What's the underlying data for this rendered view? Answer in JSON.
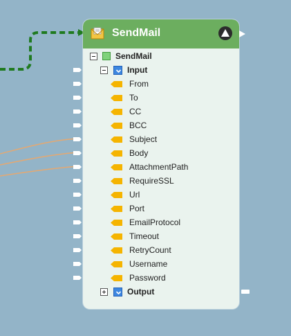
{
  "node": {
    "title": "SendMail",
    "header_icon": "mail-envelope-icon",
    "collapse_icon": "triangle-up-icon",
    "colors": {
      "canvas_bg": "#93b4c8",
      "header_bg": "#6cae5f",
      "body_bg": "#eaf3ee",
      "tag_fill": "#f5b400",
      "wire_connected": "#e6a870",
      "wire_flow": "#1f7a1f"
    }
  },
  "tree": {
    "root_label": "SendMail",
    "input_label": "Input",
    "output_label": "Output",
    "input_fields": [
      "From",
      "To",
      "CC",
      "BCC",
      "Subject",
      "Body",
      "AttachmentPath",
      "RequireSSL",
      "Url",
      "Port",
      "EmailProtocol",
      "Timeout",
      "RetryCount",
      "Username",
      "Password"
    ]
  }
}
